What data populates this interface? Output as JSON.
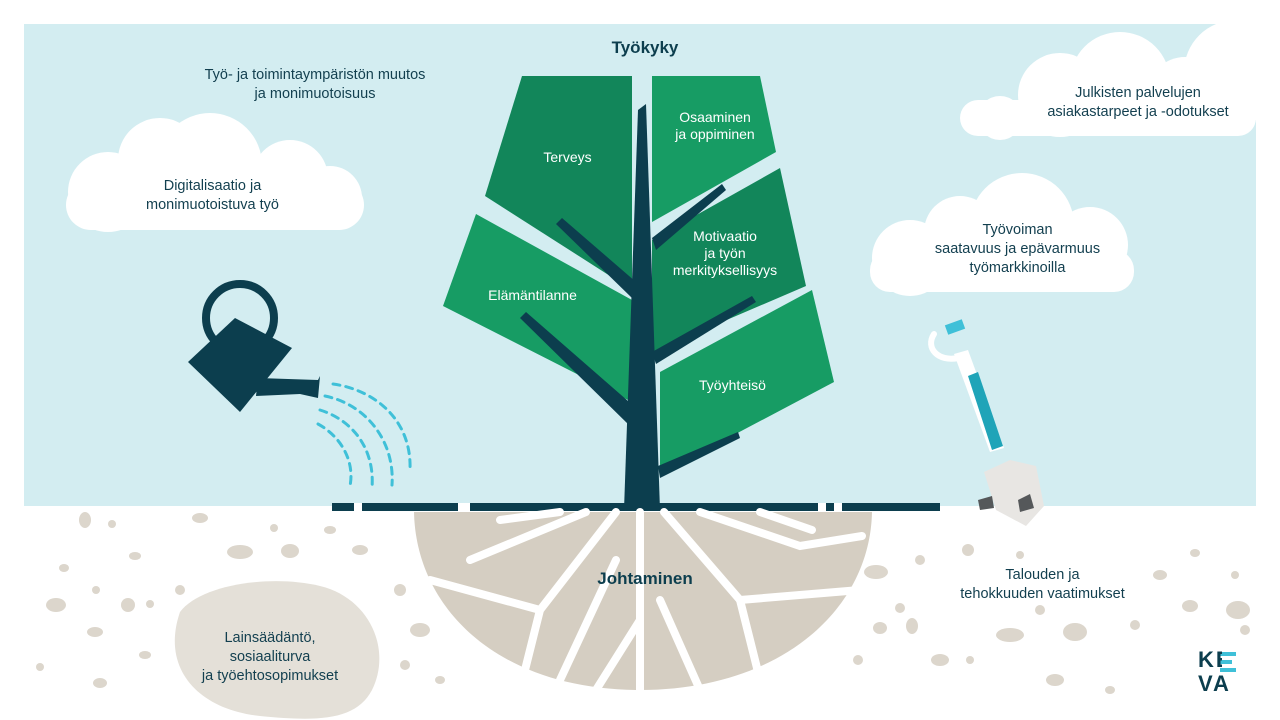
{
  "title": "Työkyky",
  "roots_label": "Johtaminen",
  "leaves": {
    "terveys": "Terveys",
    "osaaminen": "Osaaminen\nja oppiminen",
    "motivaatio": "Motivaatio\nja työn\nmerkityksellisyys",
    "elamantilanne": "Elämäntilanne",
    "tyoyhteiso": "Työyhteisö"
  },
  "factors": {
    "top_left": "Työ- ja toimintaympäristön muutos\nja monimuotoisuus",
    "cloud_left": "Digitalisaatio ja\nmonimuotoistuva työ",
    "cloud_top_right": "Julkisten palvelujen\nasiakastarpeet ja -odotukset",
    "cloud_mid_right": "Työvoiman\nsaatavuus ja epävarmuus\ntyömarkkinoilla",
    "ground_right": "Talouden ja\ntehokkuuden vaatimukset",
    "stone_left": "Lainsäädäntö,\nsosiaaliturva\nja työehtosopimukset"
  },
  "logo": {
    "top": "KE",
    "bottom": "VA"
  },
  "colors": {
    "sky": "#d3edf1",
    "leaf_dark": "#12865a",
    "leaf_light": "#179c64",
    "trunk": "#0c3e4e",
    "soil": "#d5cec2",
    "stone": "#e4e0d8",
    "water": "#3fc0d8",
    "shovel": "#1fa4b8"
  }
}
